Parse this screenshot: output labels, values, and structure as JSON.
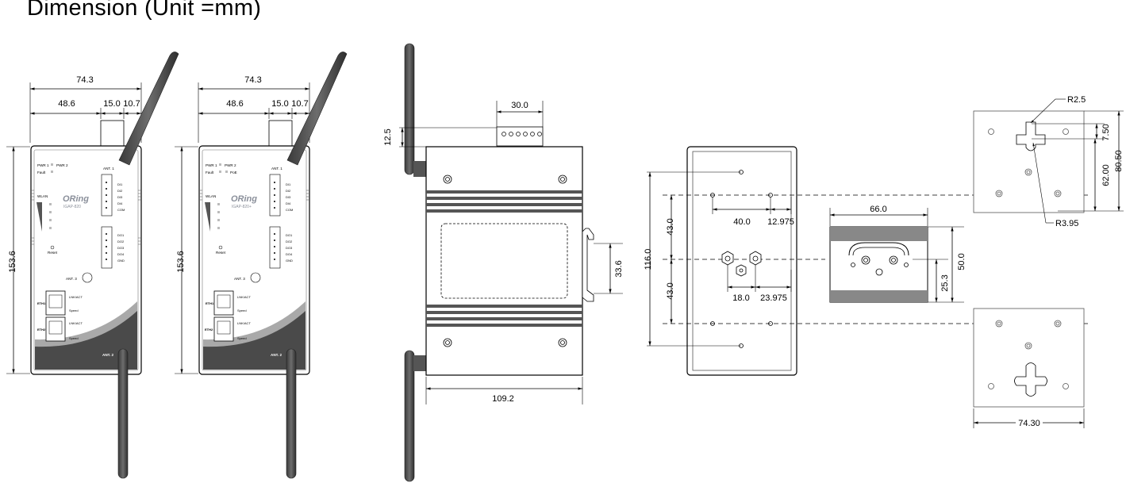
{
  "title": "Dimension (Unit =mm)",
  "front_view_1": {
    "width_overall": "74.3",
    "width_left": "48.6",
    "width_mid": "15.0",
    "width_right": "10.7",
    "height": "153.6",
    "brand": "ORing",
    "model": "IGAP-820",
    "pwr1": "PWR 1",
    "pwr2": "PWR 2",
    "fault": "Fault",
    "wlan": "WLAN",
    "reset": "Reset",
    "ant1": "ANT. 1",
    "ant2": "ANT. 2",
    "ant3": "ANT. 3",
    "eth1": "ETH1",
    "eth2": "ETH2",
    "lnk_act": "LNK/ACT",
    "speed": "Speed",
    "di": [
      "DI1",
      "DI2",
      "DI3",
      "DI4",
      "COM"
    ],
    "do": [
      "DO1",
      "DO2",
      "DO3",
      "DO4",
      "GND"
    ]
  },
  "front_view_2": {
    "width_overall": "74.3",
    "width_left": "48.6",
    "width_mid": "15.0",
    "width_right": "10.7",
    "height": "153.6",
    "brand": "ORing",
    "model": "IGAP-820+",
    "pwr1": "PWR 1",
    "pwr2": "PWR 2",
    "fault": "Fault",
    "poe": "PoE",
    "wlan": "WLAN",
    "reset": "Reset",
    "ant1": "ANT. 1",
    "ant2": "ANT. 2",
    "ant3": "ANT. 3",
    "eth1": "ETH1",
    "eth2": "ETH2 PoE",
    "lnk_act": "LNK/ACT",
    "speed": "Speed",
    "di": [
      "DI1",
      "DI2",
      "DI3",
      "DI4",
      "COM"
    ],
    "do": [
      "DO1",
      "DO2",
      "DO3",
      "DO4",
      "GND"
    ]
  },
  "side_view": {
    "terminal_width": "30.0",
    "terminal_height": "12.5",
    "clip_height": "33.6",
    "depth": "109.2"
  },
  "rear_view": {
    "overall": "116.0",
    "upper": "43.0",
    "lower": "43.0",
    "hole_span": "40.0",
    "hole_offset": "12.975",
    "screw_span": "18.0",
    "screw_offset": "23.975"
  },
  "din_rail": {
    "width": "66.0",
    "height": "50.0",
    "offset": "25.3"
  },
  "wall_mount": {
    "slot_radius": "R2.5",
    "hole_radius": "R3.95",
    "dim_a": "7.50",
    "dim_b": "62.00",
    "dim_c": "80.50",
    "width": "74.30"
  }
}
